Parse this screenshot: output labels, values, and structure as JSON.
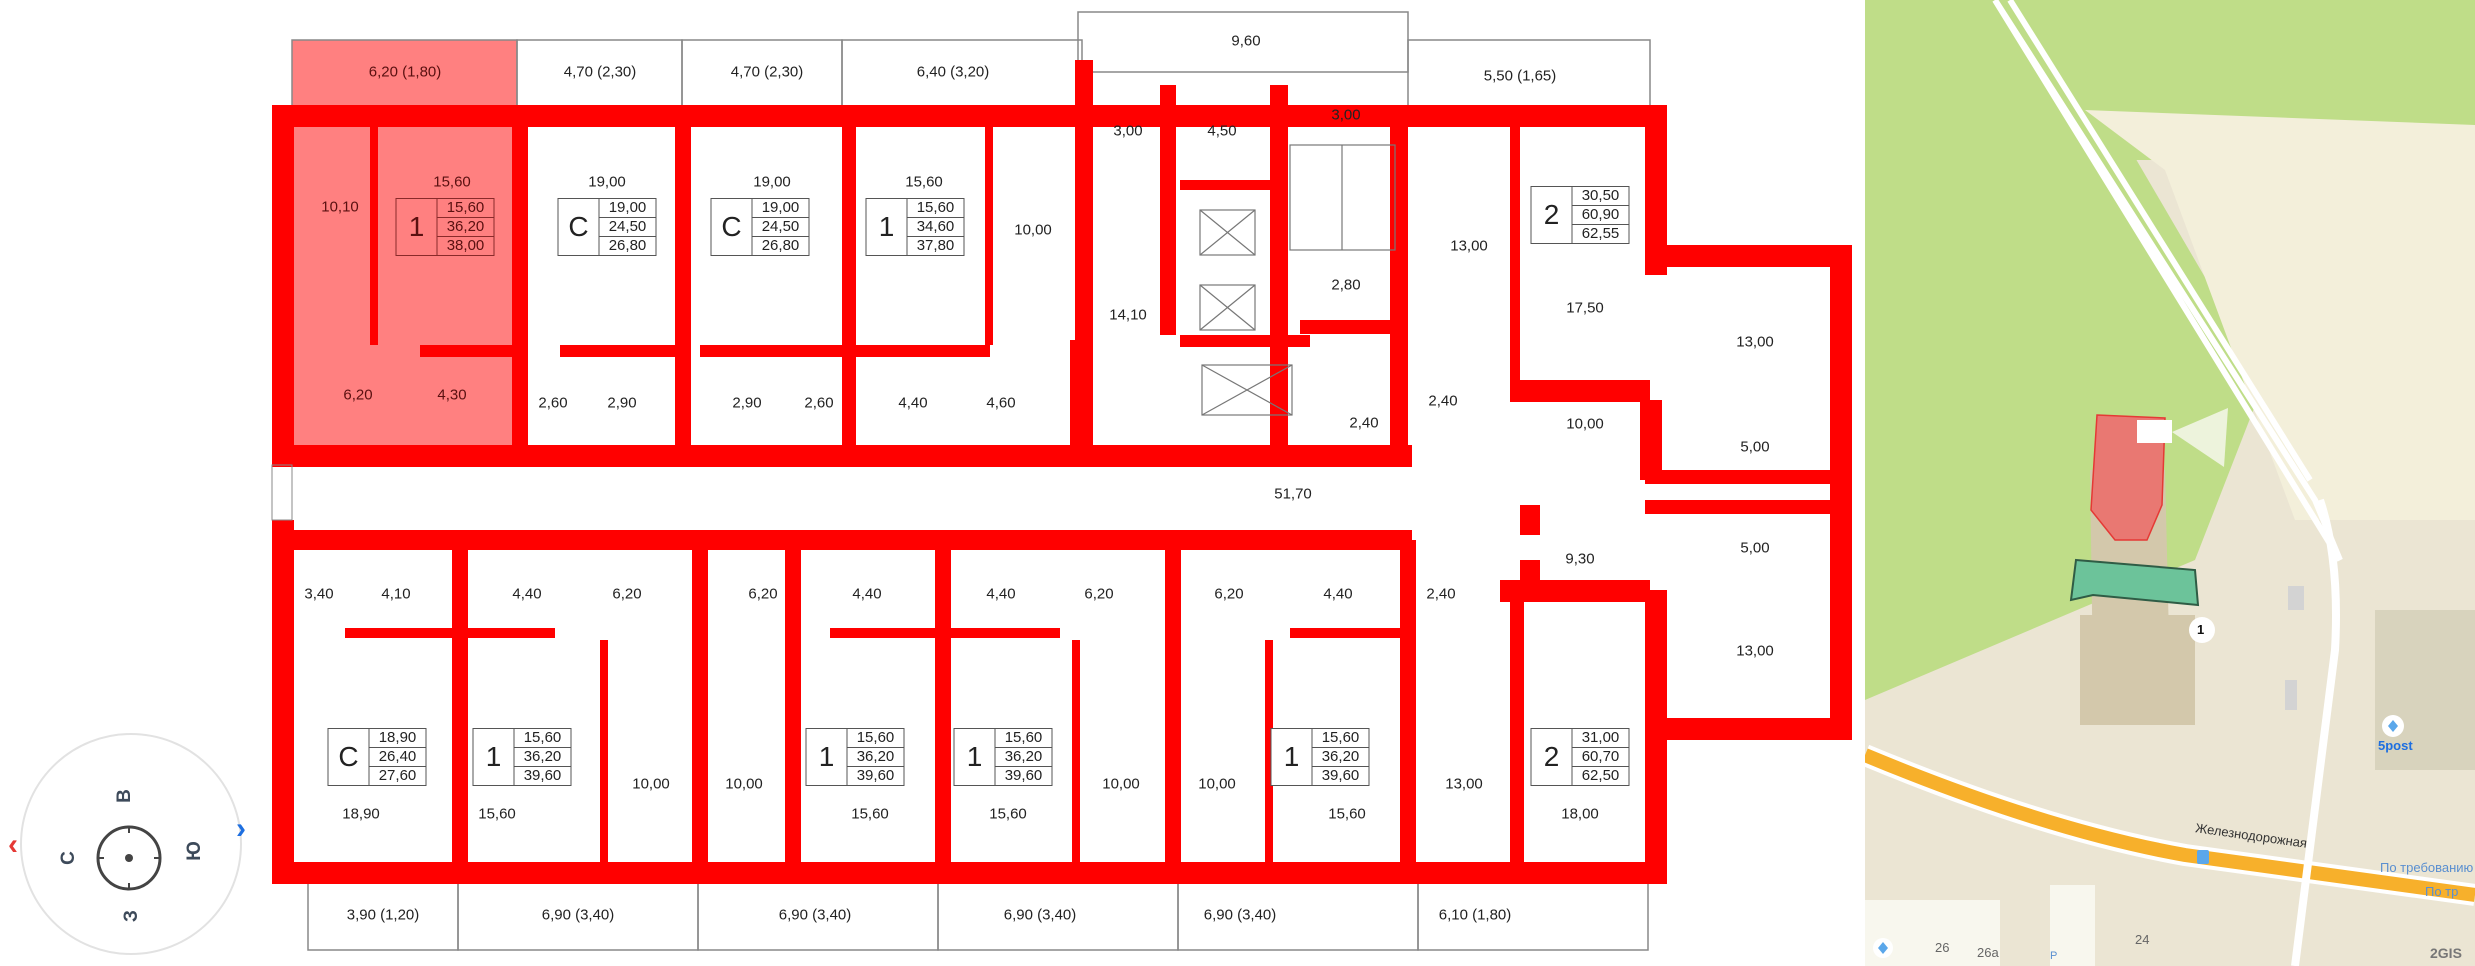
{
  "floor_plan": {
    "colors": {
      "wall": "#ff0000",
      "selected_fill": "#ff8080",
      "outline": "#555555"
    },
    "selected_apartment": {
      "type": "1",
      "living": "15,60",
      "total": "36,20",
      "total_with_balcony": "38,00"
    },
    "balconies_top": [
      {
        "id": "b1",
        "label": "6,20 (1,80)"
      },
      {
        "id": "b2",
        "label": "4,70 (2,30)"
      },
      {
        "id": "b3",
        "label": "4,70 (2,30)"
      },
      {
        "id": "b4",
        "label": "6,40 (3,20)"
      },
      {
        "id": "b5",
        "label": "9,60"
      },
      {
        "id": "b6",
        "label": "5,50 (1,65)"
      }
    ],
    "balconies_bottom": [
      {
        "id": "b7",
        "label": "3,90 (1,20)"
      },
      {
        "id": "b8",
        "label": "6,90 (3,40)"
      },
      {
        "id": "b9",
        "label": "6,90 (3,40)"
      },
      {
        "id": "b10",
        "label": "6,90 (3,40)"
      },
      {
        "id": "b11",
        "label": "6,90 (3,40)"
      },
      {
        "id": "b12",
        "label": "6,10 (1,80)"
      }
    ],
    "apartments": [
      {
        "id": "a1",
        "type": "1",
        "values": [
          "15,60",
          "36,20",
          "38,00"
        ],
        "selected": true
      },
      {
        "id": "a2",
        "type": "С",
        "values": [
          "19,00",
          "24,50",
          "26,80"
        ]
      },
      {
        "id": "a3",
        "type": "С",
        "values": [
          "19,00",
          "24,50",
          "26,80"
        ]
      },
      {
        "id": "a4",
        "type": "1",
        "values": [
          "15,60",
          "34,60",
          "37,80"
        ]
      },
      {
        "id": "a5",
        "type": "2",
        "values": [
          "30,50",
          "60,90",
          "62,55"
        ]
      },
      {
        "id": "a6",
        "type": "С",
        "values": [
          "18,90",
          "26,40",
          "27,60"
        ]
      },
      {
        "id": "a7",
        "type": "1",
        "values": [
          "15,60",
          "36,20",
          "39,60"
        ]
      },
      {
        "id": "a8",
        "type": "1",
        "values": [
          "15,60",
          "36,20",
          "39,60"
        ]
      },
      {
        "id": "a9",
        "type": "1",
        "values": [
          "15,60",
          "36,20",
          "39,60"
        ]
      },
      {
        "id": "a10",
        "type": "1",
        "values": [
          "15,60",
          "36,20",
          "39,60"
        ]
      },
      {
        "id": "a11",
        "type": "2",
        "values": [
          "31,00",
          "60,70",
          "62,50"
        ]
      }
    ],
    "rooms": {
      "r_top": [
        "10,10",
        "15,60",
        "6,20",
        "4,30",
        "19,00",
        "2,60",
        "2,90",
        "19,00",
        "2,90",
        "2,60",
        "15,60",
        "4,40",
        "10,00",
        "4,60",
        "3,00",
        "4,50",
        "14,10",
        "3,00",
        "2,80",
        "2,40",
        "13,00",
        "2,40",
        "17,50",
        "10,00",
        "13,00",
        "5,00"
      ],
      "corridor": "51,70",
      "r_bottom": [
        "3,40",
        "4,10",
        "4,40",
        "6,20",
        "6,20",
        "4,40",
        "4,40",
        "6,20",
        "6,20",
        "4,40",
        "2,40",
        "9,30",
        "5,00",
        "13,00",
        "18,90",
        "15,60",
        "10,00",
        "10,00",
        "15,60",
        "15,60",
        "10,00",
        "10,00",
        "15,60",
        "13,00",
        "18,00"
      ]
    }
  },
  "compass": {
    "north": "С",
    "east": "В",
    "south": "Ю",
    "west": "З",
    "left_arrow": "‹",
    "right_arrow": "›",
    "left_color": "#e53935",
    "right_color": "#1e6fe0"
  },
  "map": {
    "colors": {
      "park": "#bfdd88",
      "ground": "#ebe5d3",
      "light": "#f3efda",
      "road": "#f7b02b",
      "selected_building": "#e97872",
      "highlight_building": "#6cc39a"
    },
    "street_label": "Железнодорожная",
    "marker_number": "1",
    "poi_5post": "5post",
    "bus_stop_1": "По требованию",
    "bus_stop_2": "По тр",
    "house_numbers": [
      "26",
      "26а",
      "24"
    ],
    "parking": "P",
    "logo": "2GIS"
  }
}
